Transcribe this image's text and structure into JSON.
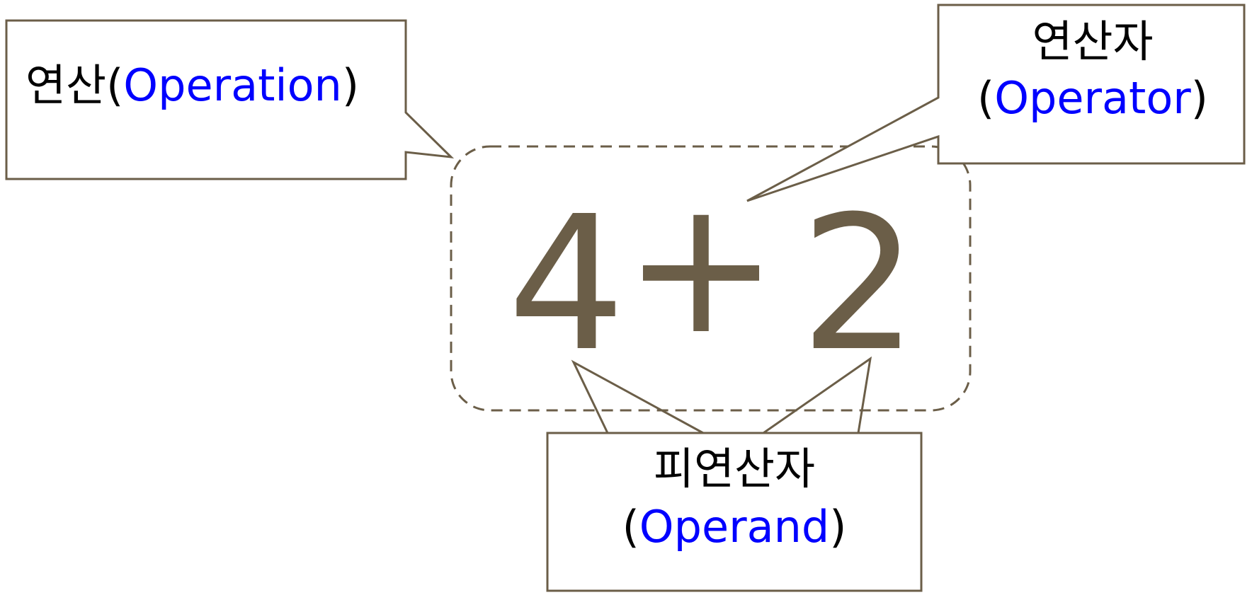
{
  "colors": {
    "stroke": "#6b5e48",
    "expression": "#6b5e48",
    "korean_text": "#000000",
    "english_text": "#0000ff"
  },
  "expression": {
    "left_operand": "4",
    "operator": "+",
    "right_operand": "2"
  },
  "operation_label": {
    "korean": "연산",
    "open": "(",
    "english": "Operation",
    "close": ")"
  },
  "operator_label": {
    "korean": "연산자",
    "open": "(",
    "english": "Operator",
    "close": ")"
  },
  "operand_label": {
    "korean": "피연산자",
    "open": "(",
    "english": "Operand",
    "close": ")"
  }
}
